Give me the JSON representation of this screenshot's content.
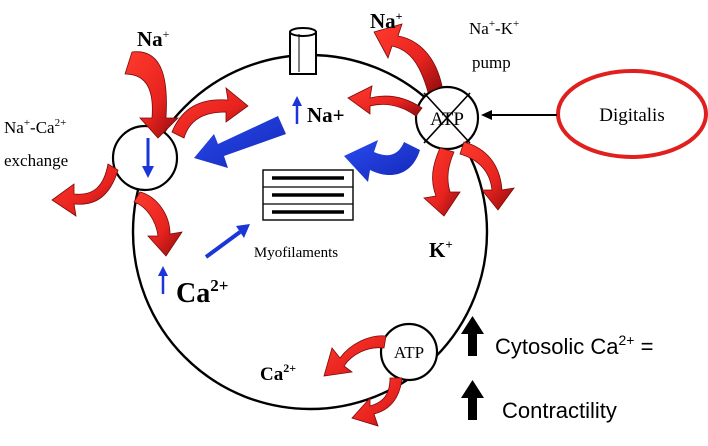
{
  "labels": {
    "na_top_left": "Na",
    "na_top_left_sup": "+",
    "na_top_right": "Na",
    "na_top_right_sup": "+",
    "pump_line1_a": "Na",
    "pump_line1_sup1": "+",
    "pump_line1_b": "-K",
    "pump_line1_sup2": "+",
    "pump_line2": "pump",
    "exchanger_line1_a": "Na",
    "exchanger_line1_sup1": "+",
    "exchanger_line1_b": "-Ca",
    "exchanger_line1_sup2": "2+",
    "exchanger_line2": "exchange",
    "na_intracellular": "Na+",
    "pump_atp": "ATP",
    "digitalis": "Digitalis",
    "myofilaments": "Myofilaments",
    "k_ion": "K",
    "k_ion_sup": "+",
    "ca_intracellular": "Ca",
    "ca_intracellular_sup": "2+",
    "ca_bottom": "Ca",
    "ca_bottom_sup": "2+",
    "bottom_atp": "ATP",
    "cytosolic_text": "Cytosolic Ca",
    "cytosolic_sup": "2+",
    "cytosolic_eq": " =",
    "contractility": "Contractility"
  },
  "colors": {
    "red_arrow": "#e8231f",
    "dark_red": "#9a0b0b",
    "blue_arrow": "#1a35d8",
    "digitalis_ring": "#e0201e",
    "black": "#000000"
  }
}
